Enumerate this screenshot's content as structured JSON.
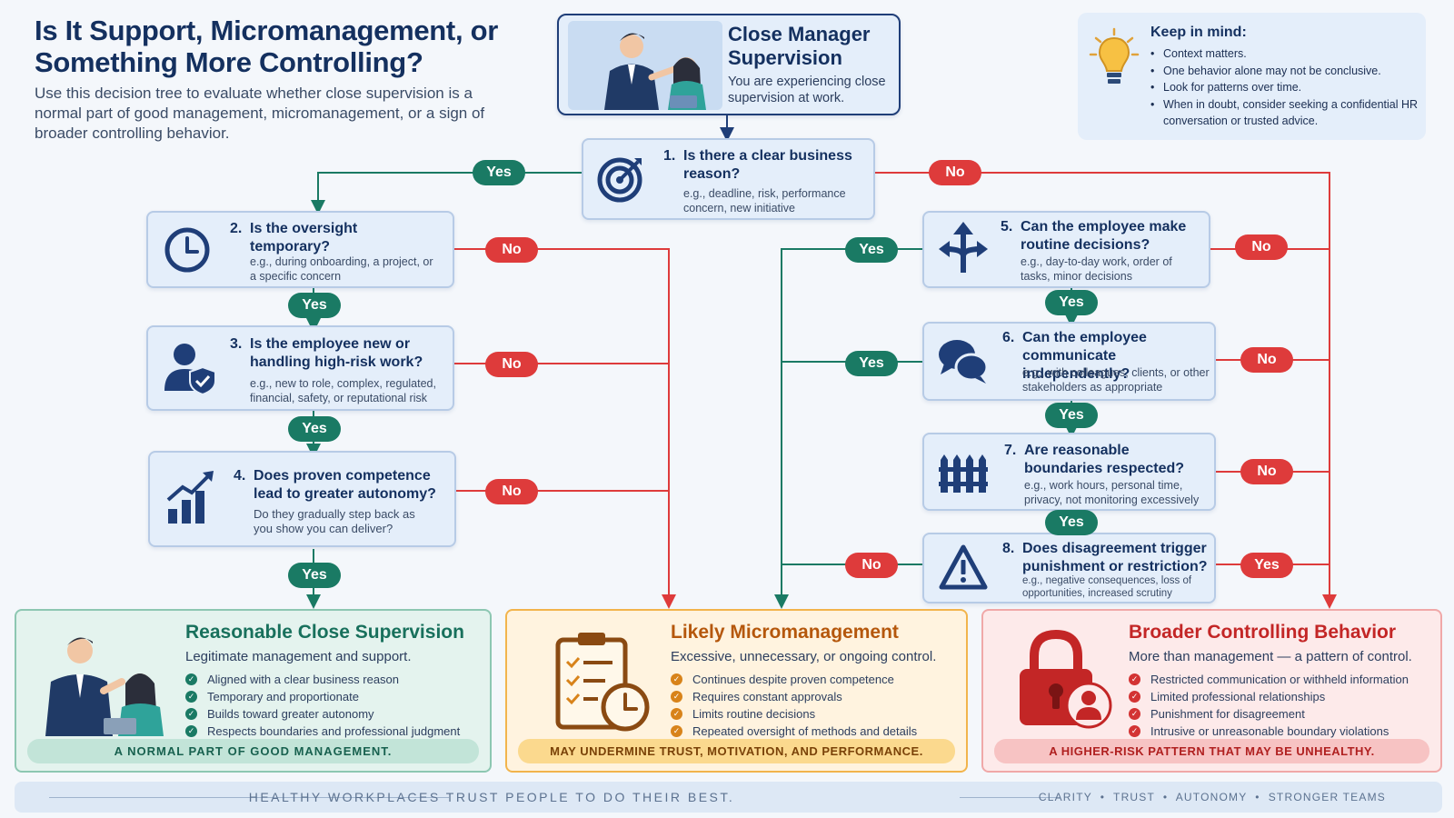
{
  "header": {
    "title": "Is It Support, Micromanagement, or Something More Controlling?",
    "subtitle": "Use this decision tree to evaluate whether close supervision is a normal part of good management, micromanagement, or a sign of broader controlling behavior."
  },
  "start": {
    "title": "Close Manager Supervision",
    "text": "You are experiencing close supervision at work."
  },
  "keep_in_mind": {
    "title": "Keep in mind:",
    "items": [
      "Context matters.",
      "One behavior alone may not be conclusive.",
      "Look for patterns over time.",
      "When in doubt, consider seeking a confidential HR conversation or trusted advice."
    ]
  },
  "questions": [
    {
      "num": "1.",
      "text": "Is there a clear business reason?",
      "example": "e.g., deadline, risk, performance concern, new initiative",
      "icon": "target-icon"
    },
    {
      "num": "2.",
      "text": "Is the oversight temporary?",
      "example": "e.g., during onboarding, a project, or a specific concern",
      "icon": "clock-icon"
    },
    {
      "num": "3.",
      "text": "Is the employee new or handling high-risk work?",
      "example": "e.g., new to role, complex, regulated, financial, safety, or reputational risk",
      "icon": "user-shield-icon"
    },
    {
      "num": "4.",
      "text": "Does proven competence lead to greater autonomy?",
      "example": "Do they gradually step back as you show you can deliver?",
      "icon": "growth-chart-icon"
    },
    {
      "num": "5.",
      "text": "Can the employee make routine decisions?",
      "example": "e.g., day-to-day work, order of tasks, minor decisions",
      "icon": "directions-icon"
    },
    {
      "num": "6.",
      "text": "Can the employee communicate independently?",
      "example": "e.g., with colleagues, clients, or other stakeholders as appropriate",
      "icon": "chat-bubbles-icon"
    },
    {
      "num": "7.",
      "text": "Are reasonable boundaries respected?",
      "example": "e.g., work hours, personal time, privacy, not monitoring excessively",
      "icon": "fence-icon"
    },
    {
      "num": "8.",
      "text": "Does disagreement trigger punishment or restriction?",
      "example": "e.g., negative consequences, loss of opportunities, increased scrutiny",
      "icon": "warning-icon"
    }
  ],
  "labels": {
    "yes": "Yes",
    "no": "No"
  },
  "outcomes": {
    "reasonable": {
      "title": "Reasonable Close Supervision",
      "subtitle": "Legitimate management and support.",
      "items": [
        "Aligned with a clear business reason",
        "Temporary and proportionate",
        "Builds toward greater autonomy",
        "Respects boundaries and professional judgment"
      ],
      "band": "A NORMAL PART OF GOOD MANAGEMENT."
    },
    "micromanagement": {
      "title": "Likely Micromanagement",
      "subtitle": "Excessive, unnecessary, or ongoing control.",
      "items": [
        "Continues despite proven competence",
        "Requires constant approvals",
        "Limits routine decisions",
        "Repeated oversight of methods and details"
      ],
      "band": "MAY UNDERMINE TRUST, MOTIVATION, AND PERFORMANCE."
    },
    "controlling": {
      "title": "Broader Controlling Behavior",
      "subtitle": "More than management — a pattern of control.",
      "items": [
        "Restricted communication or withheld information",
        "Limited professional relationships",
        "Punishment for disagreement",
        "Intrusive or unreasonable boundary violations"
      ],
      "band": "A HIGHER-RISK PATTERN THAT MAY BE UNHEALTHY."
    }
  },
  "footer": {
    "tagline": "HEALTHY WORKPLACES TRUST PEOPLE TO DO THEIR BEST.",
    "values": "CLARITY  •  TRUST  •  AUTONOMY  •  STRONGER TEAMS"
  },
  "colors": {
    "navy": "#14305f",
    "green": "#1a7a64",
    "red": "#de3b3b",
    "orange": "#d8831a"
  }
}
